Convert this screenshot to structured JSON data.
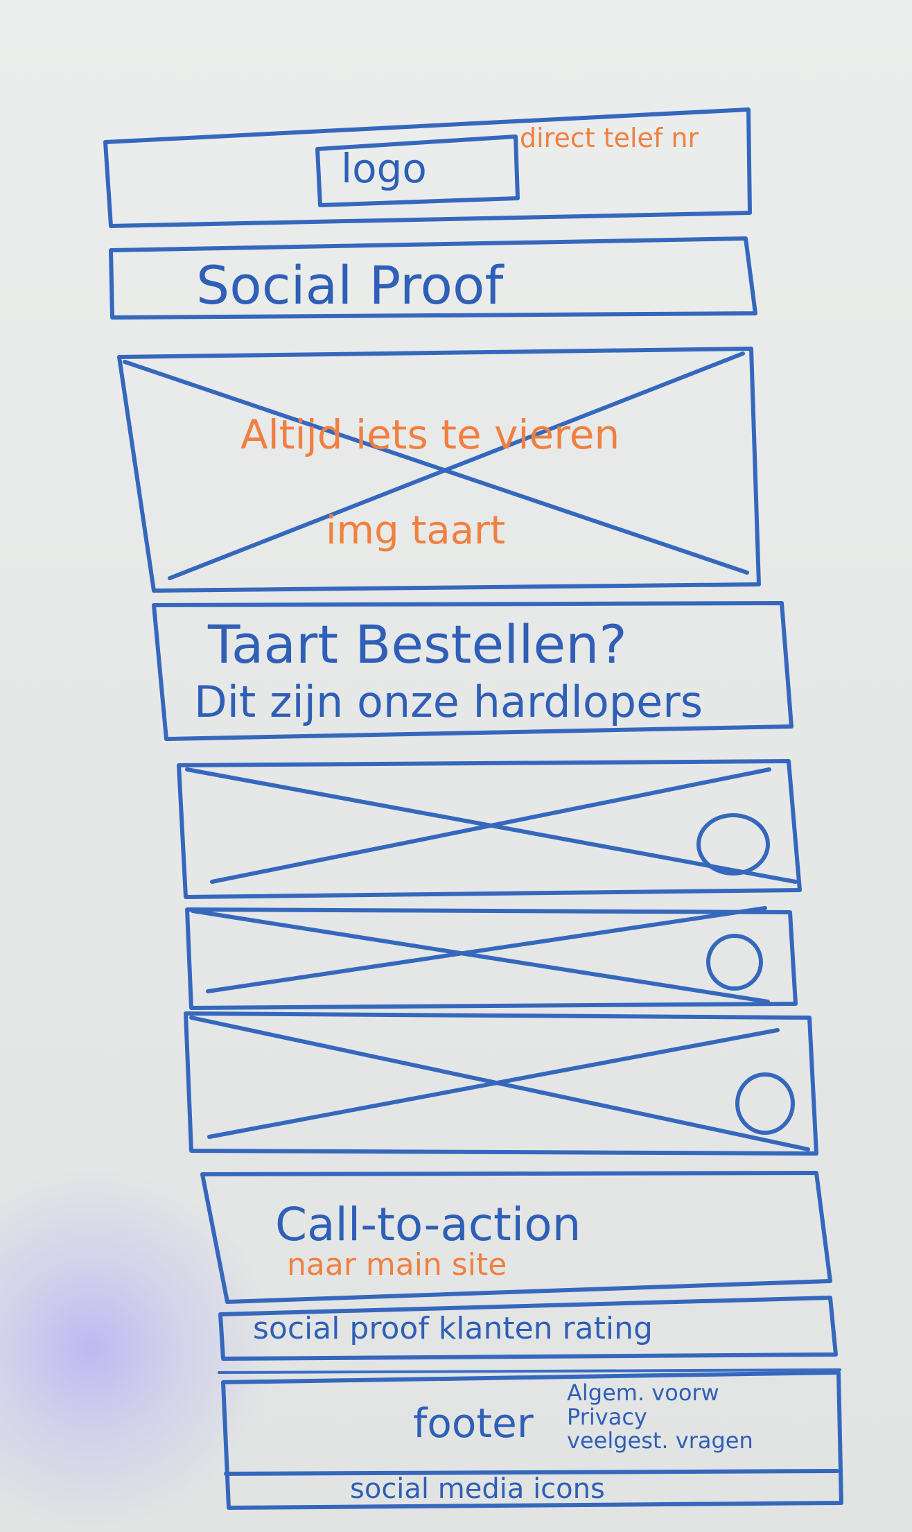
{
  "sketch": {
    "header": {
      "logo_label": "logo",
      "contact_label": "direct telef nr"
    },
    "social_proof": "Social Proof",
    "hero": {
      "headline": "Altijd iets te vieren",
      "image_label": "img taart"
    },
    "order_section": {
      "title": "Taart Bestellen?",
      "subtitle": "Dit zijn onze hardlopers"
    },
    "cta": {
      "title": "Call-to-action",
      "note": "naar main site"
    },
    "ratings_bar": "social proof klanten rating",
    "footer": {
      "label": "footer",
      "links": [
        "Algem. voorw",
        "Privacy",
        "veelgest. vragen"
      ],
      "social_icons_label": "social media icons"
    },
    "colors": {
      "ink_blue": "#3568bd",
      "ink_orange": "#f08040"
    }
  }
}
